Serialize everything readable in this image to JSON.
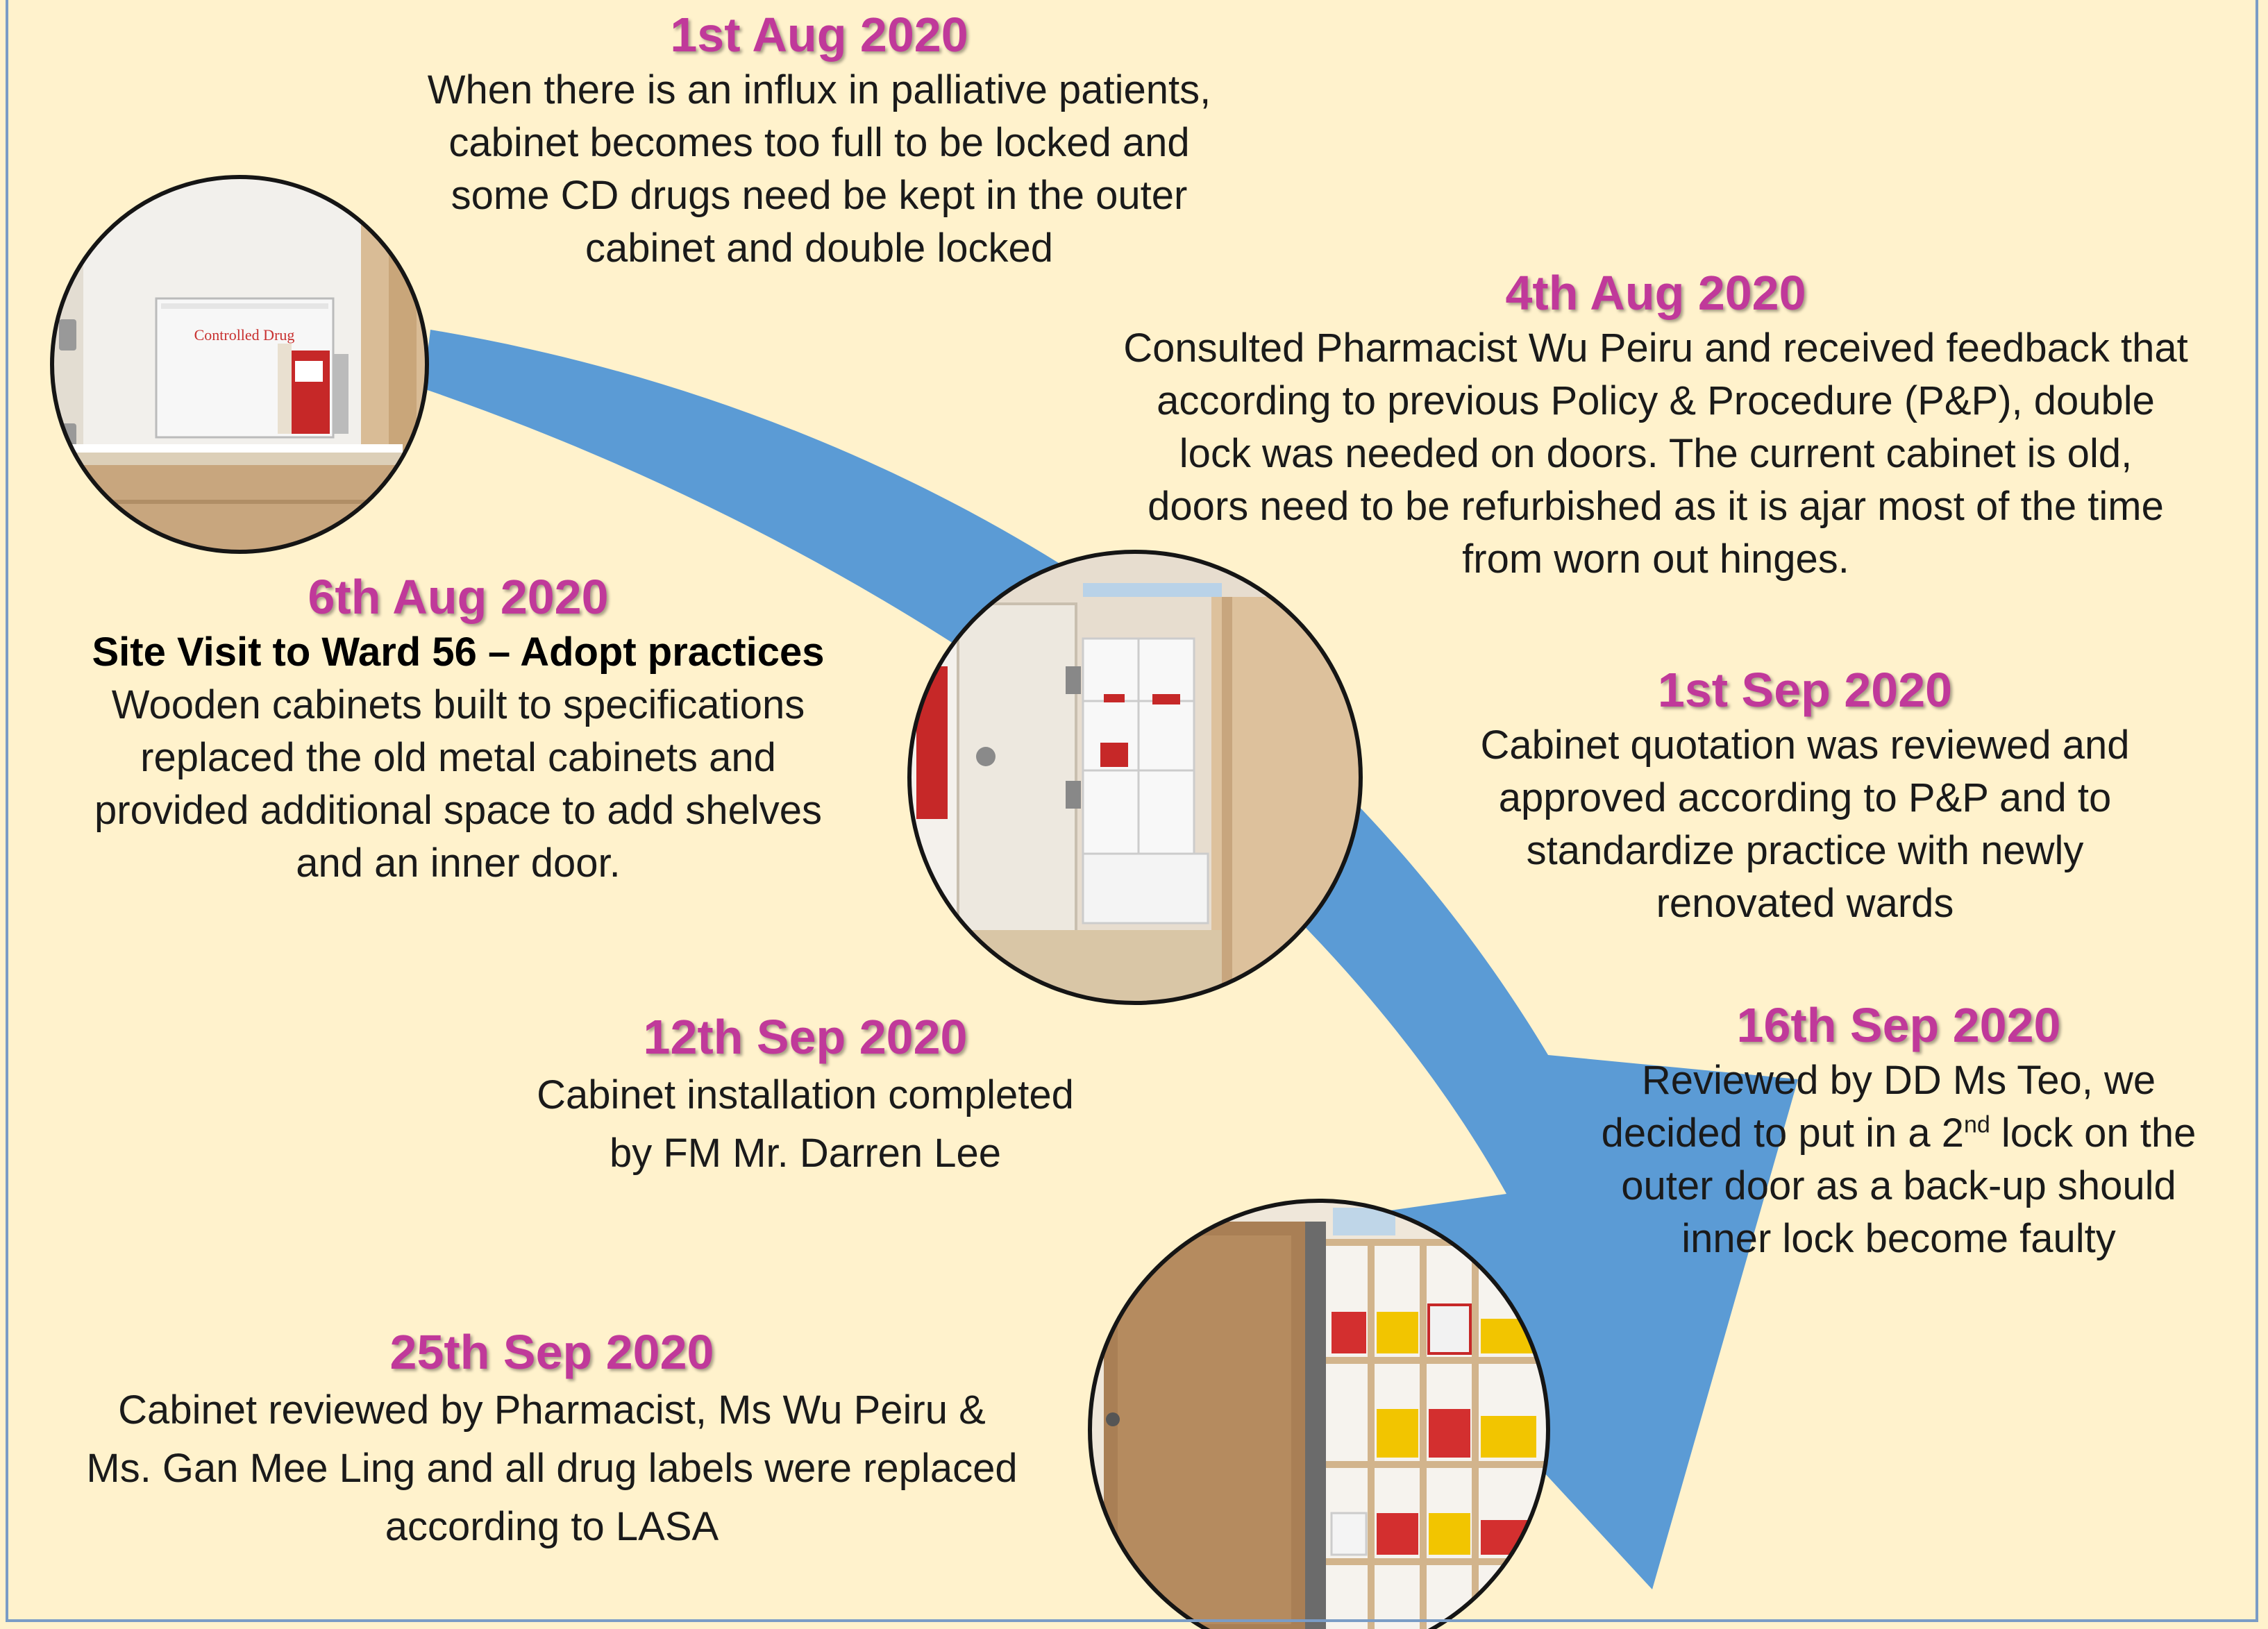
{
  "timeline": {
    "e1": {
      "date": "1st Aug 2020",
      "lines": [
        "When there is an influx in palliative patients,",
        "cabinet becomes too full to be locked and",
        "some CD drugs need be kept in the outer",
        "cabinet and double locked"
      ]
    },
    "e2": {
      "date": "4th Aug 2020",
      "lines": [
        "Consulted Pharmacist Wu Peiru and received feedback that",
        "according to previous Policy & Procedure (P&P), double",
        "lock  was needed on doors. The current cabinet is old,",
        "doors need to be refurbished as it is ajar most of the time",
        "from worn out hinges."
      ]
    },
    "e3": {
      "date": "6th Aug 2020",
      "subtitle": "Site Visit to Ward 56 – Adopt practices",
      "lines": [
        "Wooden cabinets built to specifications",
        "replaced the old metal cabinets and",
        "provided additional space to add shelves",
        "and an inner door."
      ]
    },
    "e4": {
      "date": "1st Sep 2020",
      "lines": [
        "Cabinet quotation was reviewed and",
        "approved according to P&P and to",
        "standardize practice with newly",
        "renovated wards"
      ]
    },
    "e5": {
      "date": "12th Sep 2020",
      "lines": [
        "Cabinet installation completed",
        "by FM Mr. Darren Lee"
      ]
    },
    "e6": {
      "date": "16th Sep 2020",
      "line1": "Reviewed by DD Ms Teo, we",
      "line2_pre": "decided  to put in a 2",
      "line2_sup": "nd",
      "line2_post": " lock on the",
      "line3": "outer door as a back-up should",
      "line4": "inner lock become faulty"
    },
    "e7": {
      "date": "25th Sep 2020",
      "lines": [
        "Cabinet reviewed by Pharmacist, Ms Wu Peiru &",
        "Ms. Gan Mee Ling and all drug labels were replaced",
        "according to LASA"
      ]
    }
  },
  "photos": {
    "p1": {
      "label": "Controlled Drug"
    }
  },
  "colors": {
    "background": "#FFF2CC",
    "date": "#C0399A",
    "arrow": "#5B9BD5"
  }
}
